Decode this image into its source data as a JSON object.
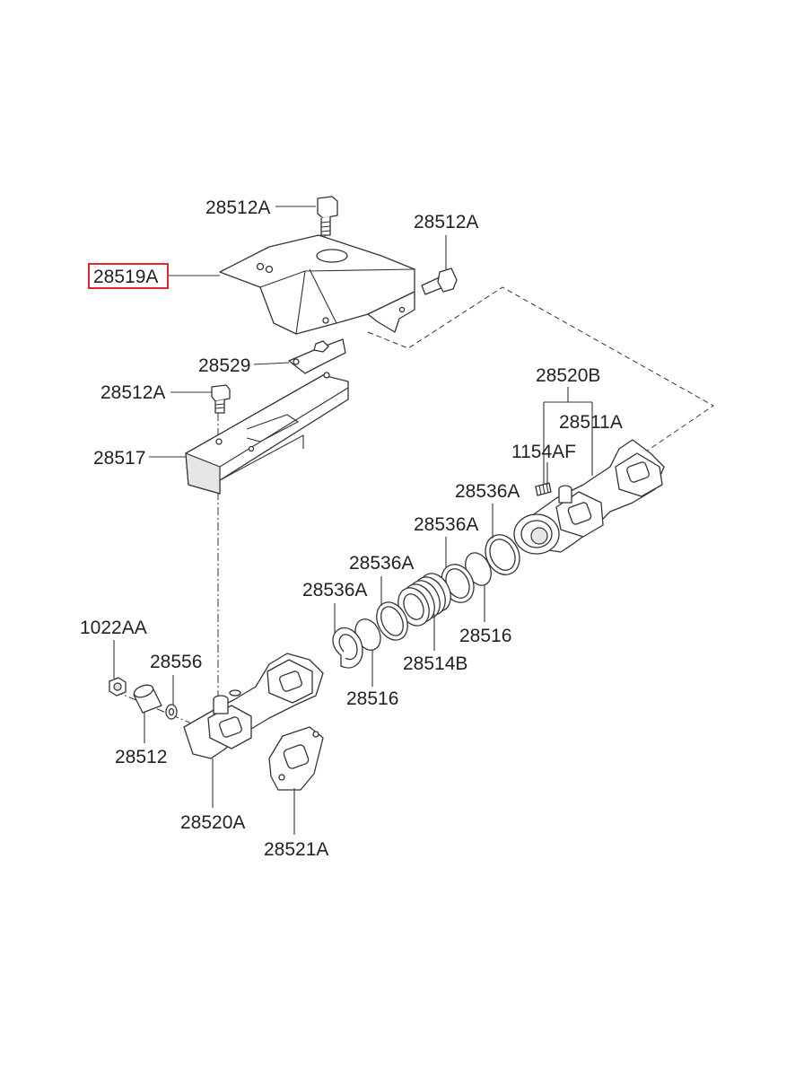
{
  "parts": {
    "p28512A_top": "28512A",
    "p28512A_right": "28512A",
    "p28519A": "28519A",
    "p28529": "28529",
    "p28512A_mid": "28512A",
    "p28517": "28517",
    "p28520B": "28520B",
    "p28511A": "28511A",
    "p1154AF": "1154AF",
    "p28536A_1": "28536A",
    "p28536A_2": "28536A",
    "p28536A_3": "28536A",
    "p28536A_4": "28536A",
    "p28516_right": "28516",
    "p28514B": "28514B",
    "p28516_left": "28516",
    "p1022AA": "1022AA",
    "p28556": "28556",
    "p28512": "28512",
    "p28520A": "28520A",
    "p28521A": "28521A"
  },
  "highlight": {
    "part": "28519A",
    "color": "#e0282e"
  }
}
